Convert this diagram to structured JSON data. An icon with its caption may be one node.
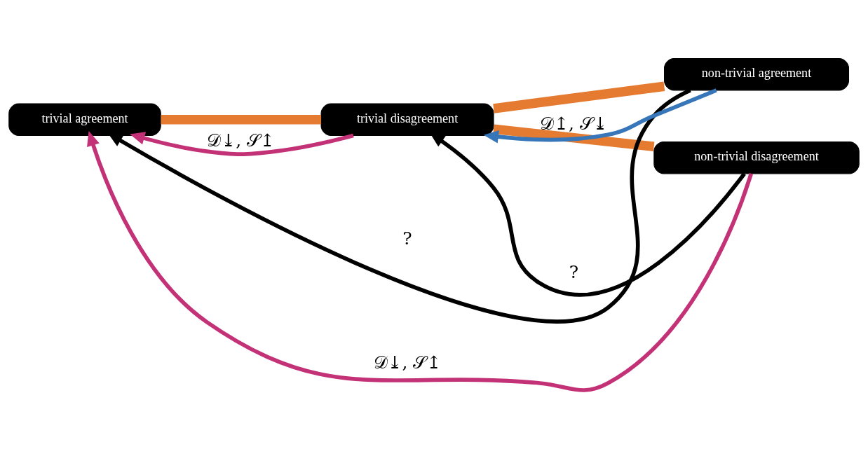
{
  "diagram": {
    "nodes": [
      {
        "text": [
          "trivial agreement"
        ]
      },
      {
        "text": [
          "trivial disagreement"
        ]
      },
      {
        "text": [
          "non-trivial agreement"
        ]
      },
      {
        "text": [
          "non-trivial disagreement"
        ]
      }
    ],
    "edges": [
      {
        "from": 0,
        "to": 1,
        "arrow": "none",
        "style": "thick",
        "color": "#e47b30"
      },
      {
        "from": 1,
        "to": 2,
        "arrow": "none",
        "style": "thick",
        "color": "#e47b30"
      },
      {
        "from": 1,
        "to": 3,
        "arrow": "none",
        "style": "thick",
        "color": "#e47b30"
      },
      {
        "from": 2,
        "to": 0,
        "arrow": "to",
        "label": "?",
        "color": "#000000"
      },
      {
        "from": 2,
        "to": 1,
        "arrow": "to",
        "label": "𝒟↥, 𝒮⤓",
        "color": "#3776b8"
      },
      {
        "from": 1,
        "to": 0,
        "arrow": "to",
        "label": "𝒟⤓, 𝒮↥",
        "color": "#c33277"
      },
      {
        "from": 3,
        "to": 1,
        "arrow": "to",
        "label": "?",
        "color": "#000000"
      },
      {
        "from": 3,
        "to": 0,
        "arrow": "to",
        "label": "𝒟⤓, 𝒮↥",
        "color": "#c33277"
      }
    ]
  }
}
